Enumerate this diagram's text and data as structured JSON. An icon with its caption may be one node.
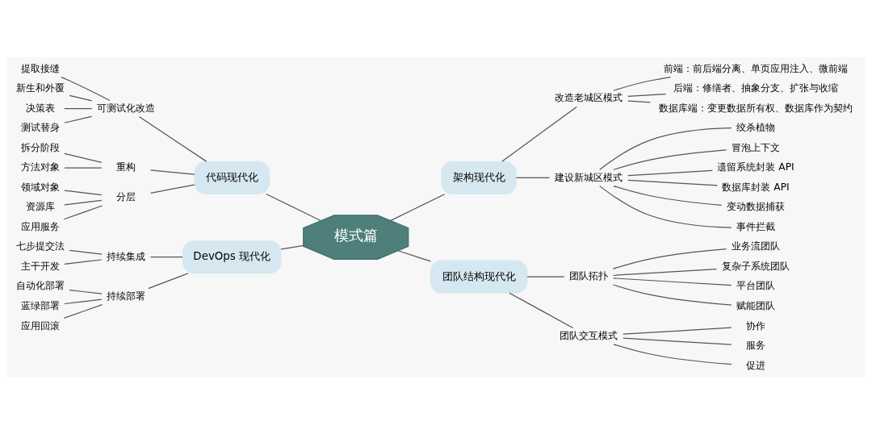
{
  "diagram": {
    "nodes": [
      {
        "text": [
          "模式篇"
        ]
      },
      {
        "text": [
          "代码现代化"
        ]
      },
      {
        "text": [
          "可测试化改造"
        ]
      },
      {
        "text": [
          "提取接缝"
        ]
      },
      {
        "text": [
          "新生和外覆"
        ]
      },
      {
        "text": [
          "决策表"
        ]
      },
      {
        "text": [
          "测试替身"
        ]
      },
      {
        "text": [
          "重构"
        ]
      },
      {
        "text": [
          "拆分阶段"
        ]
      },
      {
        "text": [
          "方法对象"
        ]
      },
      {
        "text": [
          "分层"
        ]
      },
      {
        "text": [
          "领域对象"
        ]
      },
      {
        "text": [
          "资源库"
        ]
      },
      {
        "text": [
          "应用服务"
        ]
      },
      {
        "text": [
          "DevOps 现代化"
        ]
      },
      {
        "text": [
          "持续集成"
        ]
      },
      {
        "text": [
          "七步提交法"
        ]
      },
      {
        "text": [
          "主干开发"
        ]
      },
      {
        "text": [
          "持续部署"
        ]
      },
      {
        "text": [
          "自动化部署"
        ]
      },
      {
        "text": [
          "蓝绿部署"
        ]
      },
      {
        "text": [
          "应用回滚"
        ]
      },
      {
        "text": [
          "架构现代化"
        ]
      },
      {
        "text": [
          "改造老城区模式"
        ]
      },
      {
        "text": [
          "前端：前后端分离、单页应用注入、微前端"
        ]
      },
      {
        "text": [
          "后端：修缮者、抽象分支、扩张与收缩"
        ]
      },
      {
        "text": [
          "数据库端：变更数据所有权、数据库作为契约"
        ]
      },
      {
        "text": [
          "建设新城区模式"
        ]
      },
      {
        "text": [
          "绞杀植物"
        ]
      },
      {
        "text": [
          "冒泡上下文"
        ]
      },
      {
        "text": [
          "遗留系统封装 API"
        ]
      },
      {
        "text": [
          "数据库封装 API"
        ]
      },
      {
        "text": [
          "变动数据捕获"
        ]
      },
      {
        "text": [
          "事件拦截"
        ]
      },
      {
        "text": [
          "团队结构现代化"
        ]
      },
      {
        "text": [
          "团队拓扑"
        ]
      },
      {
        "text": [
          "业务流团队"
        ]
      },
      {
        "text": [
          "复杂子系统团队"
        ]
      },
      {
        "text": [
          "平台团队"
        ]
      },
      {
        "text": [
          "赋能团队"
        ]
      },
      {
        "text": [
          "团队交互模式"
        ]
      },
      {
        "text": [
          "协作"
        ]
      },
      {
        "text": [
          "服务"
        ]
      },
      {
        "text": [
          "促进"
        ]
      }
    ],
    "edges": [
      {
        "from": 0,
        "to": 1,
        "arrow": "none"
      },
      {
        "from": 1,
        "to": 2,
        "arrow": "none"
      },
      {
        "from": 2,
        "to": 3,
        "arrow": "none"
      },
      {
        "from": 2,
        "to": 4,
        "arrow": "none"
      },
      {
        "from": 2,
        "to": 5,
        "arrow": "none"
      },
      {
        "from": 2,
        "to": 6,
        "arrow": "none"
      },
      {
        "from": 1,
        "to": 7,
        "arrow": "none"
      },
      {
        "from": 7,
        "to": 8,
        "arrow": "none"
      },
      {
        "from": 7,
        "to": 9,
        "arrow": "none"
      },
      {
        "from": 1,
        "to": 10,
        "arrow": "none"
      },
      {
        "from": 10,
        "to": 11,
        "arrow": "none"
      },
      {
        "from": 10,
        "to": 12,
        "arrow": "none"
      },
      {
        "from": 10,
        "to": 13,
        "arrow": "none"
      },
      {
        "from": 0,
        "to": 14,
        "arrow": "none"
      },
      {
        "from": 14,
        "to": 15,
        "arrow": "none"
      },
      {
        "from": 15,
        "to": 16,
        "arrow": "none"
      },
      {
        "from": 15,
        "to": 17,
        "arrow": "none"
      },
      {
        "from": 14,
        "to": 18,
        "arrow": "none"
      },
      {
        "from": 18,
        "to": 19,
        "arrow": "none"
      },
      {
        "from": 18,
        "to": 20,
        "arrow": "none"
      },
      {
        "from": 18,
        "to": 21,
        "arrow": "none"
      },
      {
        "from": 0,
        "to": 22,
        "arrow": "none"
      },
      {
        "from": 22,
        "to": 23,
        "arrow": "none"
      },
      {
        "from": 23,
        "to": 24,
        "arrow": "none"
      },
      {
        "from": 23,
        "to": 25,
        "arrow": "none"
      },
      {
        "from": 23,
        "to": 26,
        "arrow": "none"
      },
      {
        "from": 22,
        "to": 27,
        "arrow": "none"
      },
      {
        "from": 27,
        "to": 28,
        "arrow": "none"
      },
      {
        "from": 27,
        "to": 29,
        "arrow": "none"
      },
      {
        "from": 27,
        "to": 30,
        "arrow": "none"
      },
      {
        "from": 27,
        "to": 31,
        "arrow": "none"
      },
      {
        "from": 27,
        "to": 32,
        "arrow": "none"
      },
      {
        "from": 27,
        "to": 33,
        "arrow": "none"
      },
      {
        "from": 0,
        "to": 34,
        "arrow": "none"
      },
      {
        "from": 34,
        "to": 35,
        "arrow": "none"
      },
      {
        "from": 35,
        "to": 36,
        "arrow": "none"
      },
      {
        "from": 35,
        "to": 37,
        "arrow": "none"
      },
      {
        "from": 35,
        "to": 38,
        "arrow": "none"
      },
      {
        "from": 35,
        "to": 39,
        "arrow": "none"
      },
      {
        "from": 34,
        "to": 40,
        "arrow": "none"
      },
      {
        "from": 40,
        "to": 41,
        "arrow": "none"
      },
      {
        "from": 40,
        "to": 42,
        "arrow": "none"
      },
      {
        "from": 40,
        "to": 43,
        "arrow": "none"
      }
    ]
  }
}
